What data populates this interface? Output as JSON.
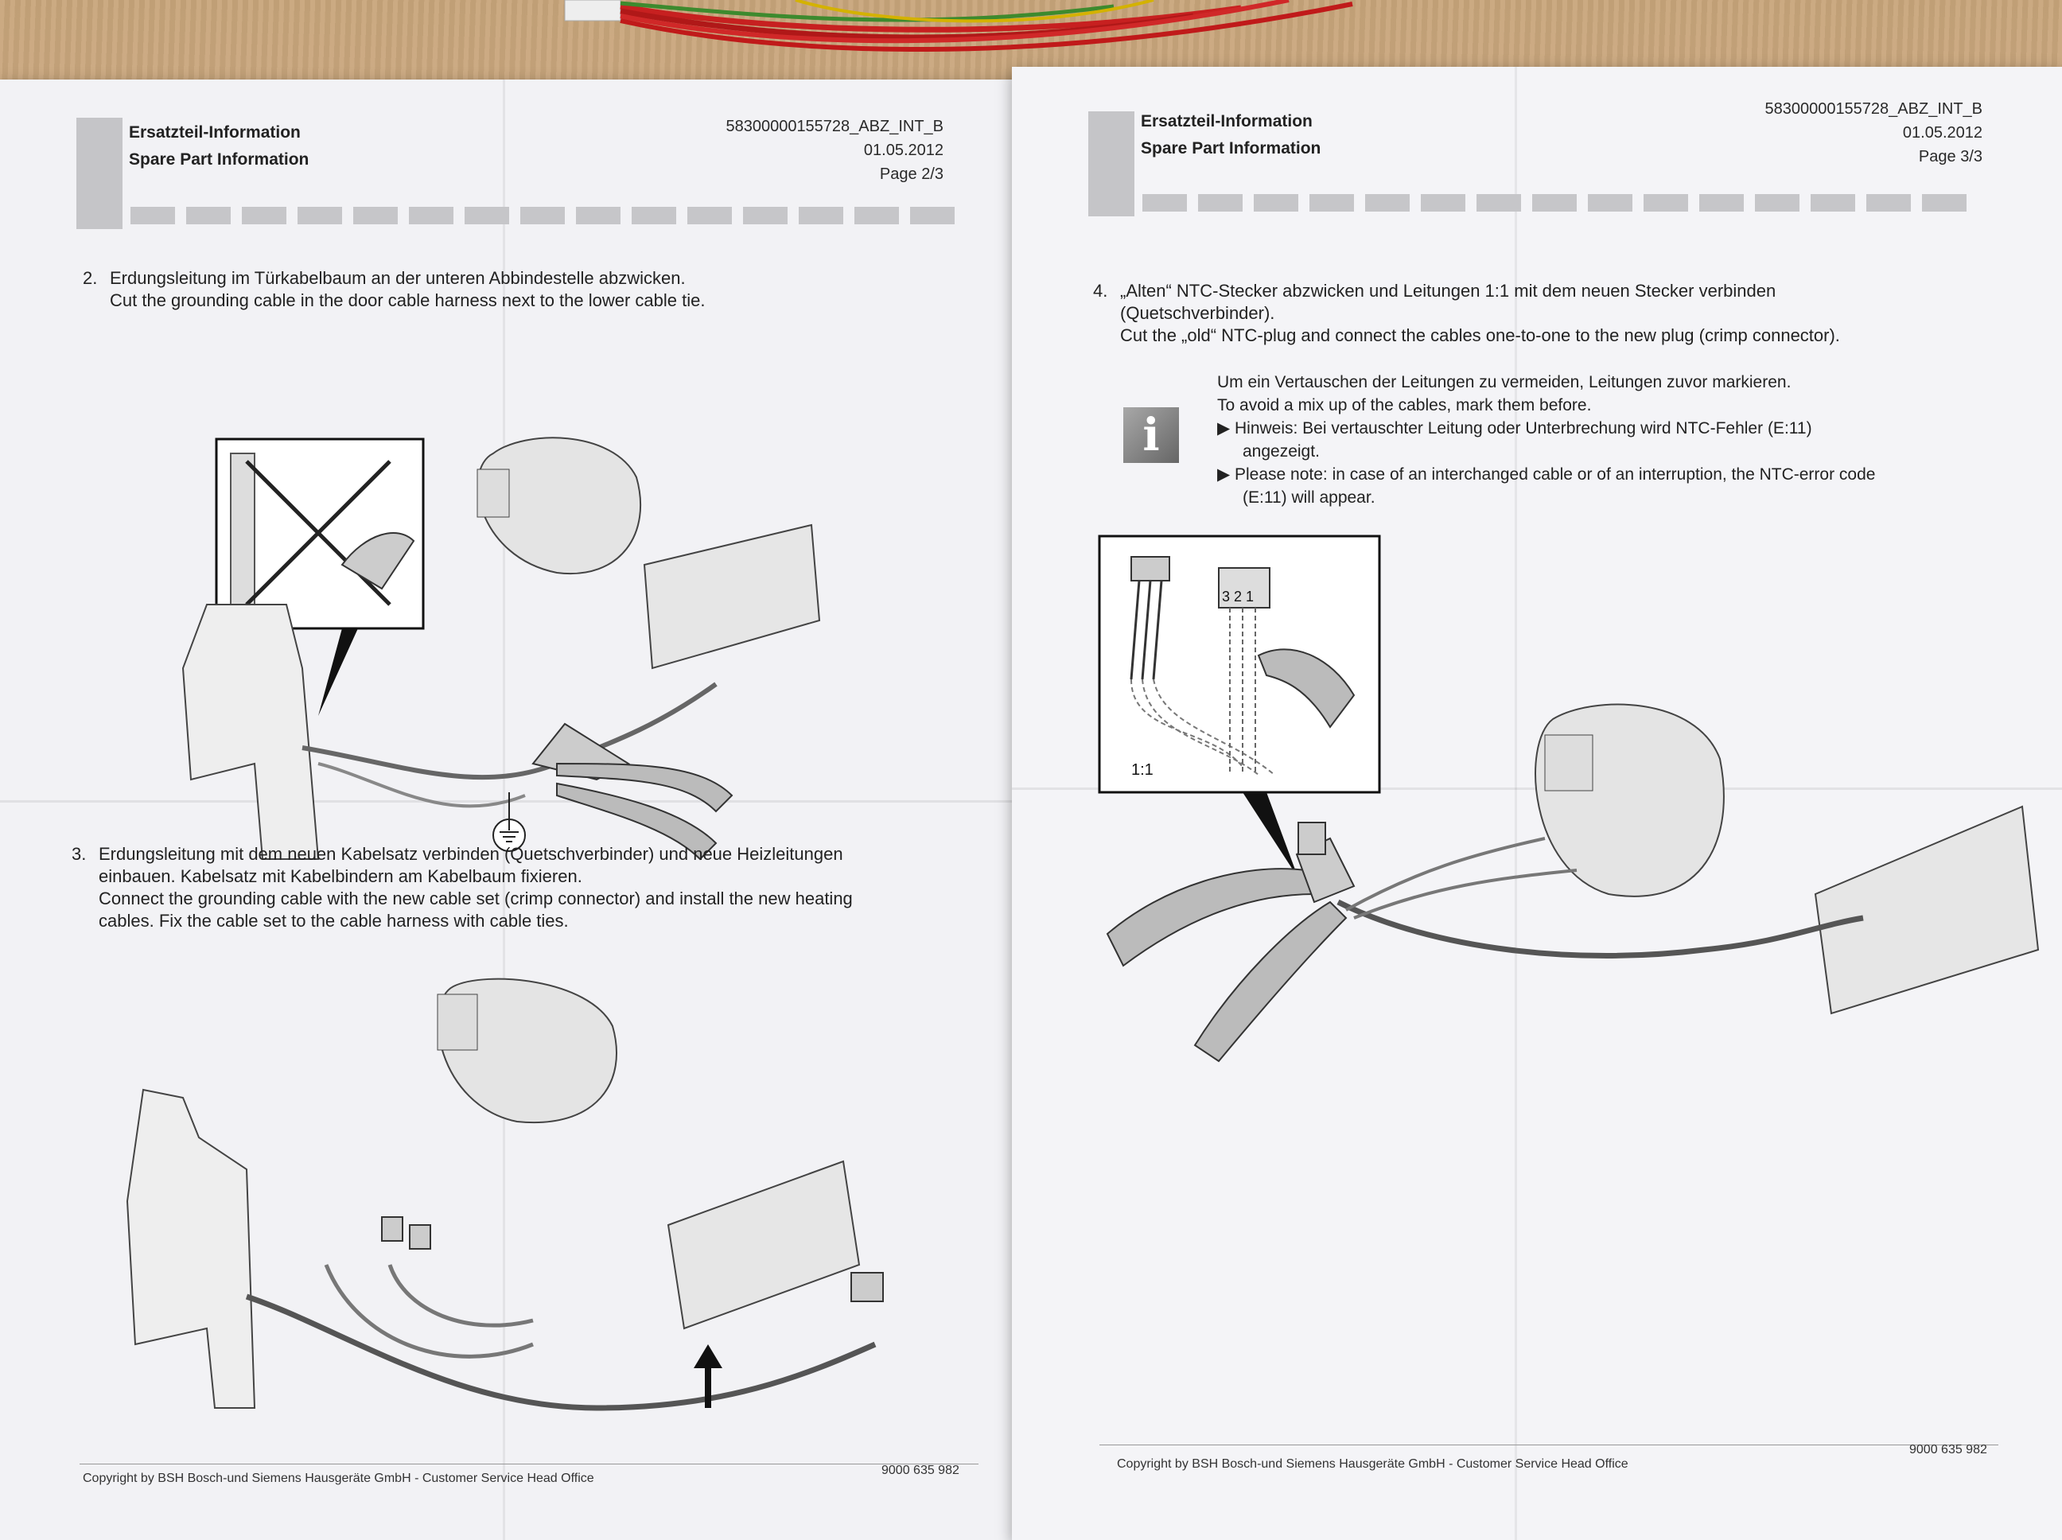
{
  "left_page": {
    "header": {
      "title_de": "Ersatzteil-Information",
      "title_en": "Spare Part Information",
      "doc_id": "58300000155728_ABZ_INT_B",
      "date": "01.05.2012",
      "page": "Page 2/3"
    },
    "step2": {
      "number": "2.",
      "de": "Erdungsleitung im Türkabelbaum an der unteren Abbindestelle abzwicken.",
      "en": "Cut the grounding cable in the door cable harness next to the lower cable tie."
    },
    "step3": {
      "number": "3.",
      "de_line1": "Erdungsleitung mit dem neuen Kabelsatz verbinden (Quetschverbinder) und neue Heizleitungen",
      "de_line2": "einbauen. Kabelsatz mit Kabelbindern am Kabelbaum fixieren.",
      "en_line1": "Connect the grounding cable with the new cable set (crimp connector) and install the new heating",
      "en_line2": "cables. Fix the cable set to the cable harness with cable ties."
    },
    "footer": {
      "copyright": "Copyright by BSH Bosch-und Siemens Hausgeräte GmbH - Customer Service Head Office",
      "number": "9000 635 982"
    }
  },
  "right_page": {
    "header": {
      "title_de": "Ersatzteil-Information",
      "title_en": "Spare Part Information",
      "doc_id": "58300000155728_ABZ_INT_B",
      "date": "01.05.2012",
      "page": "Page 3/3"
    },
    "step4": {
      "number": "4.",
      "de_line1": "„Alten“ NTC-Stecker abzwicken und Leitungen 1:1 mit dem neuen Stecker verbinden",
      "de_line2": "(Quetschverbinder).",
      "en": "Cut the „old“ NTC-plug and connect the cables one-to-one to the new plug (crimp connector)."
    },
    "info": {
      "icon_glyph": "i",
      "line1": "Um ein Vertauschen der Leitungen zu vermeiden, Leitungen zuvor markieren.",
      "line2": "To avoid a mix up of the cables, mark them before.",
      "hint_de_1": "▶ Hinweis: Bei vertauschter Leitung oder Unterbrechung wird NTC-Fehler (E:11)",
      "hint_de_2": "angezeigt.",
      "hint_en_1": "▶ Please note: in case of an interchanged cable or of an interruption, the NTC-error code",
      "hint_en_2": "(E:11) will appear."
    },
    "figure": {
      "ratio_label": "1:1",
      "pin_label": "3 2 1"
    },
    "footer": {
      "copyright": "Copyright by BSH Bosch-und Siemens Hausgeräte GmbH - Customer Service Head Office",
      "number": "9000 635 982"
    }
  }
}
